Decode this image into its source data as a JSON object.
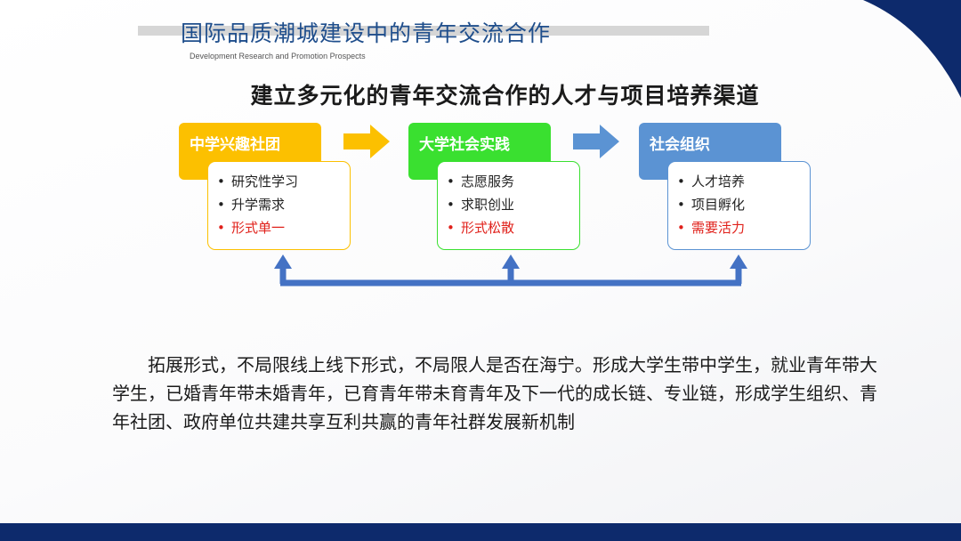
{
  "header": {
    "title": "国际品质潮城建设中的青年交流合作",
    "subtitle": "Development Research and Promotion Prospects"
  },
  "heading": "建立多元化的青年交流合作的人才与项目培养渠道",
  "channels": [
    {
      "title": "中学兴趣社团",
      "color": "#fcc000",
      "items": [
        {
          "text": "研究性学习",
          "highlight": false
        },
        {
          "text": "升学需求",
          "highlight": false
        },
        {
          "text": "形式单一",
          "highlight": true
        }
      ]
    },
    {
      "title": "大学社会实践",
      "color": "#3ae030",
      "items": [
        {
          "text": "志愿服务",
          "highlight": false
        },
        {
          "text": "求职创业",
          "highlight": false
        },
        {
          "text": "形式松散",
          "highlight": true
        }
      ]
    },
    {
      "title": "社会组织",
      "color": "#5b93d3",
      "items": [
        {
          "text": "人才培养",
          "highlight": false
        },
        {
          "text": "项目孵化",
          "highlight": false
        },
        {
          "text": "需要活力",
          "highlight": true
        }
      ]
    }
  ],
  "colors": {
    "arrow_1": "#fcc000",
    "arrow_2": "#5b93d3",
    "feedback": "#4472c4",
    "highlight_text": "#e0201a",
    "footer": "#0d2a6c"
  },
  "body_text": "拓展形式，不局限线上线下形式，不局限人是否在海宁。形成大学生带中学生，就业青年带大学生，已婚青年带未婚青年，已育青年带未育青年及下一代的成长链、专业链，形成学生组织、青年社团、政府单位共建共享互利共赢的青年社群发展新机制"
}
